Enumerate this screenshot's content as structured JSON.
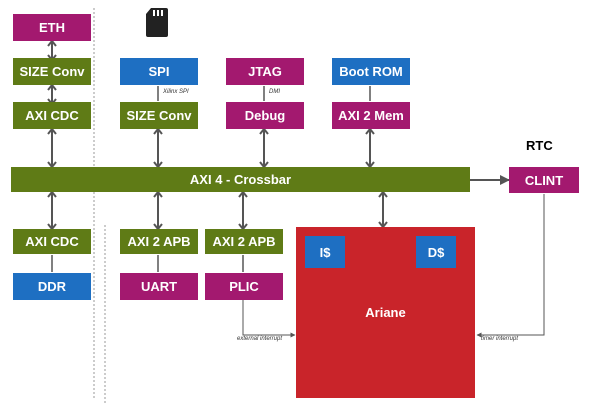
{
  "colors": {
    "olive": "#5f7b16",
    "purple": "#a3196f",
    "blue": "#1e6fc2",
    "red": "#c9242a",
    "line": "#555555"
  },
  "blocks": {
    "eth": "ETH",
    "size_conv_left": "SIZE Conv",
    "axi_cdc_top": "AXI CDC",
    "spi": "SPI",
    "size_conv_spi": "SIZE Conv",
    "jtag": "JTAG",
    "debug": "Debug",
    "boot_rom": "Boot ROM",
    "axi_2_mem": "AXI 2 Mem",
    "crossbar": "AXI 4 - Crossbar",
    "rtc": "RTC",
    "clint": "CLINT",
    "axi_cdc_bottom": "AXI CDC",
    "ddr": "DDR",
    "axi_2_apb_uart": "AXI 2 APB",
    "uart": "UART",
    "axi_2_apb_plic": "AXI 2 APB",
    "plic": "PLIC",
    "ariane": "Ariane",
    "icache": "I$",
    "dcache": "D$"
  },
  "annotations": {
    "xilinx_spi": "Xilinx SPI",
    "dmi": "DMI",
    "external_interrupt": "external interrupt",
    "timer_interrupt": "timer interrupt"
  },
  "icons": {
    "sd_card": "sd-card-icon"
  }
}
